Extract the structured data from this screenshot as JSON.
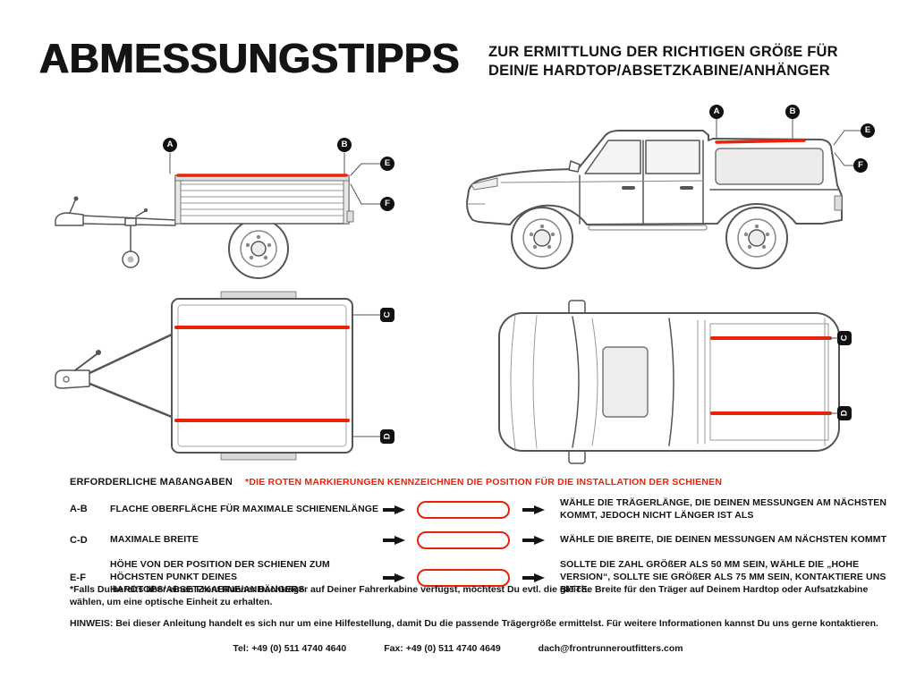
{
  "colors": {
    "red": "#e8230a",
    "ink": "#141414",
    "line": "#555555"
  },
  "header": {
    "title": "ABMESSUNGSTIPPS",
    "subtitle_lines": [
      "ZUR ERMITTLUNG DER RICHTIGEN GRÖßE FÜR",
      "DEIN/E HARDTOP/ABSETZKABINE/ANHÄNGER"
    ]
  },
  "badges": {
    "a": "A",
    "b": "B",
    "c": "C",
    "d": "D",
    "e": "E",
    "f": "F"
  },
  "measurements": {
    "heading": "ERFORDERLICHE MAßANGABEN",
    "note": "*DIE ROTEN MARKIERUNGEN KENNZEICHNEN DIE POSITION FÜR DIE INSTALLATION DER SCHIENEN",
    "rows": [
      {
        "key": "A-B",
        "label": "FLACHE OBERFLÄCHE FÜR MAXIMALE SCHIENENLÄNGE",
        "result": "WÄHLE DIE TRÄGERLÄNGE, DIE DEINEN MESSUNGEN AM NÄCHSTEN KOMMT, JEDOCH NICHT LÄNGER IST ALS"
      },
      {
        "key": "C-D",
        "label": "MAXIMALE BREITE",
        "result": "WÄHLE DIE BREITE, DIE DEINEN MESSUNGEN AM NÄCHSTEN KOMMT"
      },
      {
        "key": "E-F",
        "label": "HÖHE VON DER POSITION DER SCHIENEN ZUM HÖCHSTEN PUNKT DEINES HARDTOPS/ABSETZKABINE/ANHÄNGERS",
        "result": "SOLLTE DIE ZAHL GRÖßER ALS 50 MM SEIN, WÄHLE DIE „HOHE VERSION“, SOLLTE SIE GRÖßER ALS 75 MM SEIN, KONTAKTIERE UNS BITTE."
      }
    ]
  },
  "notes": {
    "asterisk": "*Falls Du bereits über einen Front Runner Dachträger auf Deiner Fahrerkabine verfügst, möchtest Du evtl. die gleiche Breite für den Träger auf Deinem Hardtop oder Aufsatzkabine wählen, um eine optische Einheit zu erhalten.",
    "hinweis": "HINWEIS: Bei dieser Anleitung handelt es sich nur um eine Hilfestellung, damit Du die passende Trägergröße ermittelst. Für weitere Informationen kannst Du uns gerne kontaktieren."
  },
  "contact": {
    "tel": "Tel: +49 (0) 511 4740 4640",
    "fax": "Fax: +49 (0) 511 4740 4649",
    "email": "dach@frontrunneroutfitters.com"
  }
}
